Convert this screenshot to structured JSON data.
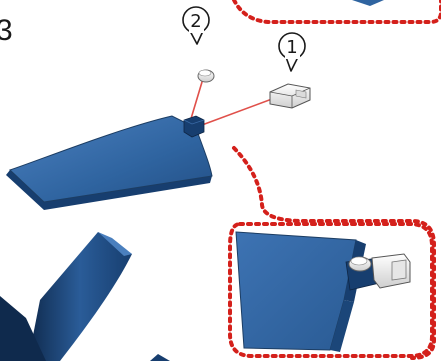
{
  "callouts": {
    "one": {
      "label": "1"
    },
    "two": {
      "label": "2"
    }
  },
  "partial_label": {
    "text": "3"
  },
  "colors": {
    "fin_blue": "#2f64a0",
    "fin_blue_dark": "#173e6f",
    "fin_edge": "#1c3d63",
    "leader_red": "#e0504a",
    "dotted_red": "#d4201b",
    "part_white": "#f2f2f2",
    "part_outline": "#555555"
  },
  "icons": [
    "fin-panel",
    "pivot-bolt",
    "hinge-pin",
    "detail-zoom-frame"
  ]
}
